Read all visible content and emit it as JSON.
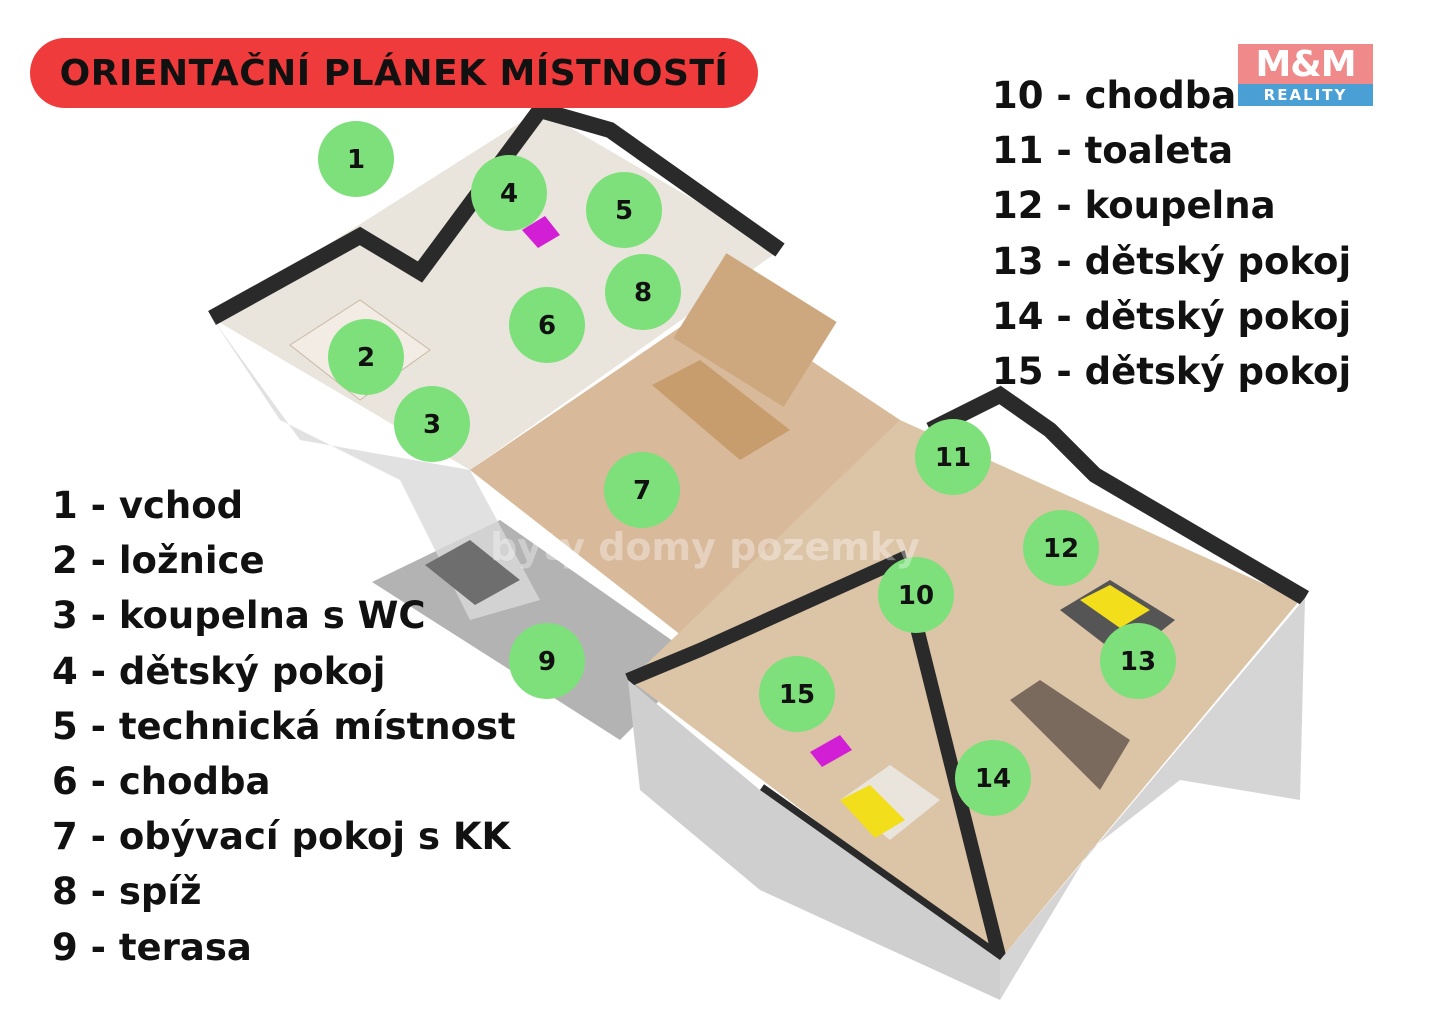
{
  "title": "ORIENTAČNÍ PLÁNEK MÍSTNOSTÍ",
  "logo": {
    "mark": "M&M",
    "sub": "REALITY"
  },
  "watermark": "byty domy pozemky",
  "colors": {
    "title_bg": "#ef3b3b",
    "marker": "#7de07a",
    "logo_top": "#f08a8a",
    "logo_bottom": "#4a9fd4"
  },
  "legend_left": [
    "1 - vchod",
    "2 - ložnice",
    "3 - koupelna s WC",
    "4 - dětský pokoj",
    "5 - technická místnost",
    "6 - chodba",
    "7 - obývací pokoj s KK",
    "8 - spíž",
    "9 - terasa"
  ],
  "legend_right": [
    "10 - chodba",
    "11 - toaleta",
    "12 - koupelna",
    "13 - dětský pokoj",
    "14 - dětský pokoj",
    "15 - dětský pokoj"
  ],
  "markers": [
    "1",
    "2",
    "3",
    "4",
    "5",
    "6",
    "7",
    "8",
    "9",
    "10",
    "11",
    "12",
    "13",
    "14",
    "15"
  ]
}
